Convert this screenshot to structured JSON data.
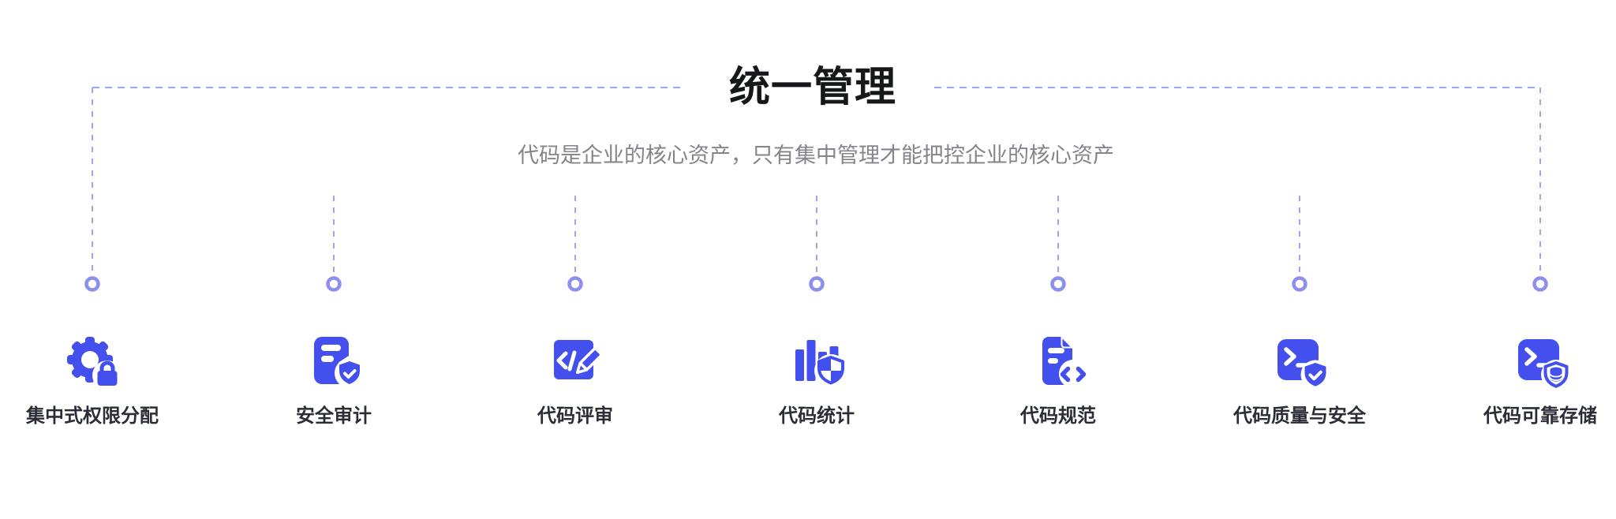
{
  "section": {
    "title": "统一管理",
    "subtitle": "代码是企业的核心资产，只有集中管理才能把控企业的核心资产"
  },
  "features": [
    {
      "label": "集中式权限分配",
      "icon": "gear-lock-icon"
    },
    {
      "label": "安全审计",
      "icon": "document-shield-check-icon"
    },
    {
      "label": "代码评审",
      "icon": "code-edit-icon"
    },
    {
      "label": "代码统计",
      "icon": "bar-chart-shield-icon"
    },
    {
      "label": "代码规范",
      "icon": "document-code-icon"
    },
    {
      "label": "代码质量与安全",
      "icon": "terminal-shield-check-icon"
    },
    {
      "label": "代码可靠存储",
      "icon": "terminal-shield-database-icon"
    }
  ],
  "colors": {
    "accent": "#4450ed",
    "connector": "#9ea4f3",
    "connector_ring": "#8b90ee",
    "title": "#17181c",
    "subtitle": "#84848c",
    "label": "#2b2d36",
    "background": "#ffffff"
  }
}
